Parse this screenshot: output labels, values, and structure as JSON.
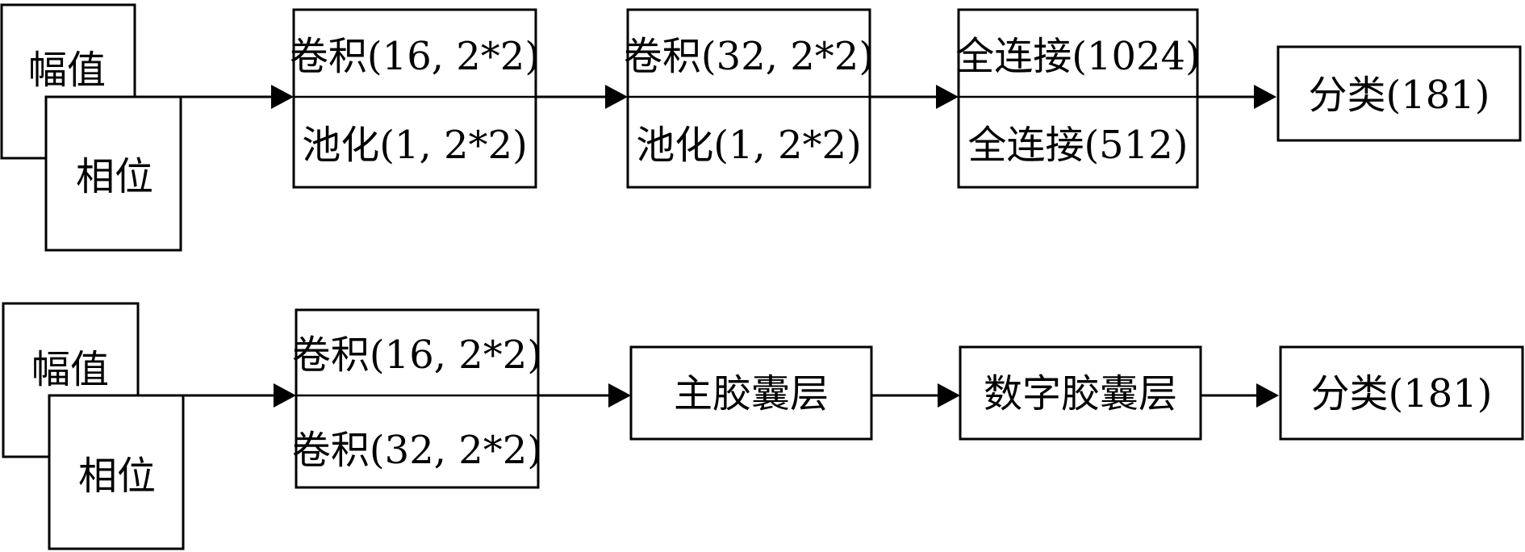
{
  "rows": [
    {
      "input": {
        "front": "幅值",
        "back": "相位"
      },
      "stages": [
        {
          "top": "卷积(16, 2*2)",
          "bottom": "池化(1, 2*2)"
        },
        {
          "top": "卷积(32, 2*2)",
          "bottom": "池化(1, 2*2)"
        },
        {
          "top": "全连接(1024)",
          "bottom": "全连接(512)"
        },
        {
          "label": "分类(181)"
        }
      ]
    },
    {
      "input": {
        "front": "幅值",
        "back": "相位"
      },
      "stages": [
        {
          "top": "卷积(16, 2*2)",
          "bottom": "卷积(32, 2*2)"
        },
        {
          "label": "主胶囊层"
        },
        {
          "label": "数字胶囊层"
        },
        {
          "label": "分类(181)"
        }
      ]
    }
  ]
}
